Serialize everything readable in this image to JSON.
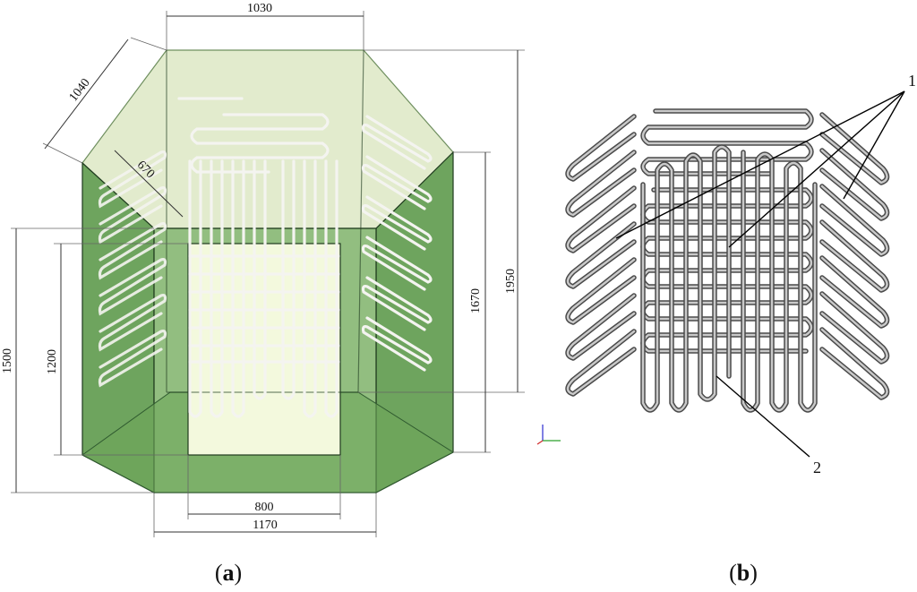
{
  "panel_a": {
    "label_open": "(",
    "label_letter": "a",
    "label_close": ")",
    "dimensions": {
      "top_width": "1030",
      "slant_depth": "1040",
      "side_depth": "670",
      "total_height": "1950",
      "side_height": "1670",
      "front_height": "1500",
      "opening_height": "1200",
      "opening_width": "800",
      "front_width": "1170"
    },
    "colors": {
      "top_face": "#dde8c4",
      "side_face": "#5e9a4c",
      "front_face": "#7fb36a",
      "opening": "#f3f9dd"
    }
  },
  "panel_b": {
    "label_open": "(",
    "label_letter": "b",
    "label_close": ")",
    "callouts": {
      "coils": "1",
      "frame_pipe": "2"
    },
    "colors": {
      "pipe": "#4a4a4a",
      "pipe_highlight": "#c9c9c9"
    }
  }
}
